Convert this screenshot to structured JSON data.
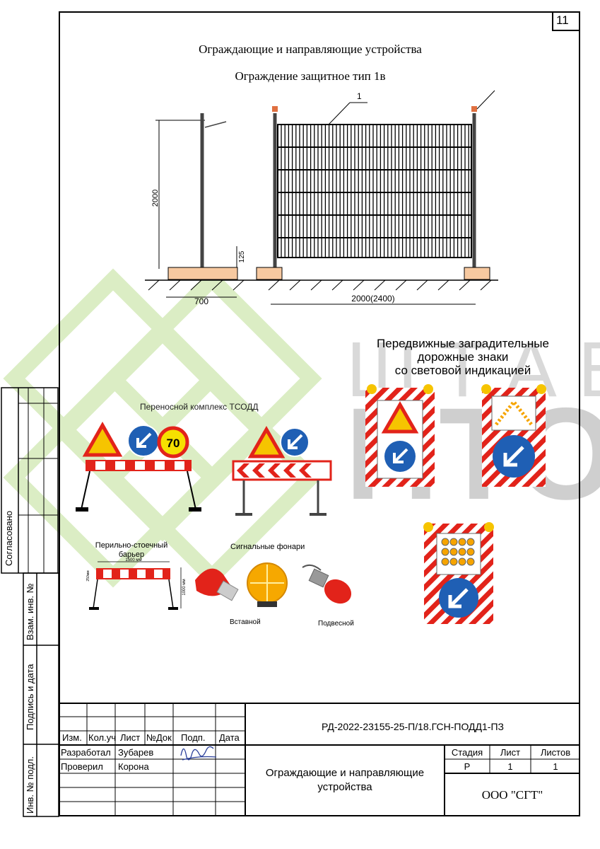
{
  "sheet_number": "11",
  "title": "Ограждающие и  направляющие   устройства",
  "subtitle": "Ограждение защитное тип 1в",
  "fence": {
    "leader_label": "1",
    "dim_height": "2000",
    "dim_small": "125",
    "dim_base": "700",
    "dim_width": "2000(2400)"
  },
  "mobile_signs": {
    "heading_line1": "Передвижные заградительные",
    "heading_line2": "дорожные знаки",
    "heading_line3": "со световой индикацией"
  },
  "watermark": {
    "line1": "ШТАБ",
    "line2": "ПТО"
  },
  "tsodd": {
    "label": "Переносной комплекс ТСОДД",
    "speed_value": "70"
  },
  "barrier": {
    "label_line1": "Перильно-стоечный",
    "label_line2": "барьер",
    "dim_width": "1500 мм",
    "dim_height": "1000 мм",
    "dim_bar": "250мм"
  },
  "lamps": {
    "heading": "Сигнальные фонари",
    "label_insert": "Вставной",
    "label_hanging": "Подвесной"
  },
  "side_stamps": {
    "agreed": "Согласовано",
    "inv_replace": "Взам. инв. №",
    "sign_date": "Подпись и дата",
    "inv_original": "Инв. № подл."
  },
  "title_block": {
    "doc_code": "РД-2022-23155-25-П/18.ГСН-ПОДД1-ПЗ",
    "col_change": "Изм.",
    "col_qty": "Кол.уч",
    "col_sheet": "Лист",
    "col_doc": "№Док",
    "col_sign": "Подп.",
    "col_date": "Дата",
    "role_developer": "Разработал",
    "name_developer": "Зубарев",
    "role_checker": "Проверил",
    "name_checker": "Корона",
    "doc_title_line1": "Ограждающие и направляющие",
    "doc_title_line2": "устройства",
    "stage_label": "Стадия",
    "sheet_label": "Лист",
    "sheets_label": "Листов",
    "stage_value": "Р",
    "sheet_value": "1",
    "sheets_value": "1",
    "company": "ООО \"СГТ\""
  },
  "colors": {
    "red": "#e2231a",
    "blue": "#1f5fb4",
    "yellow": "#f6c400",
    "wood": "#f7c9a0",
    "watermark_green": "#cfe8b0",
    "watermark_grey": "#d6d6d6"
  }
}
